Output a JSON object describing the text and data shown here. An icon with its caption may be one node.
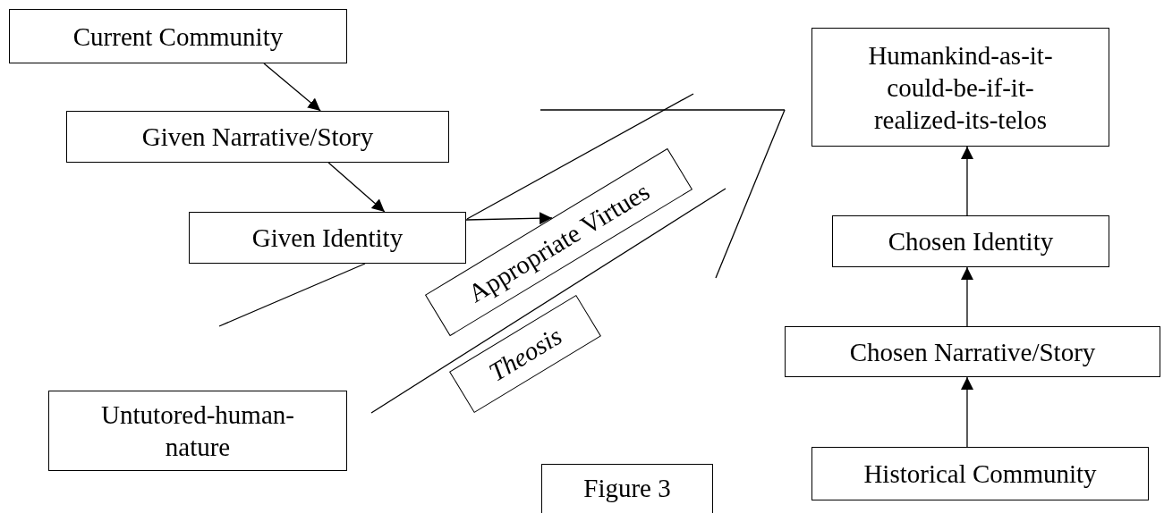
{
  "diagram": {
    "nodes": [
      {
        "text": [
          "Current Community"
        ]
      },
      {
        "text": [
          "Given Narrative/Story"
        ]
      },
      {
        "text": [
          "Given Identity"
        ]
      },
      {
        "text": [
          "Appropriate Virtues"
        ]
      },
      {
        "text": [
          "Theosis"
        ]
      },
      {
        "text": [
          "Untutored-human-nature"
        ]
      },
      {
        "text": [
          "Humankind-as-it-could-be-if-it-realized-its-telos"
        ]
      },
      {
        "text": [
          "Chosen Identity"
        ]
      },
      {
        "text": [
          "Chosen Narrative/Story"
        ]
      },
      {
        "text": [
          "Historical Community"
        ]
      },
      {
        "text": [
          "Figure 3"
        ]
      }
    ],
    "edges": [
      {
        "from": 0,
        "to": 1,
        "arrow": "to"
      },
      {
        "from": 1,
        "to": 2,
        "arrow": "to"
      },
      {
        "from": 2,
        "to": 3,
        "arrow": "to"
      },
      {
        "from": 9,
        "to": 8,
        "arrow": "to"
      },
      {
        "from": 8,
        "to": 7,
        "arrow": "to"
      },
      {
        "from": 7,
        "to": 6,
        "arrow": "to"
      }
    ]
  }
}
